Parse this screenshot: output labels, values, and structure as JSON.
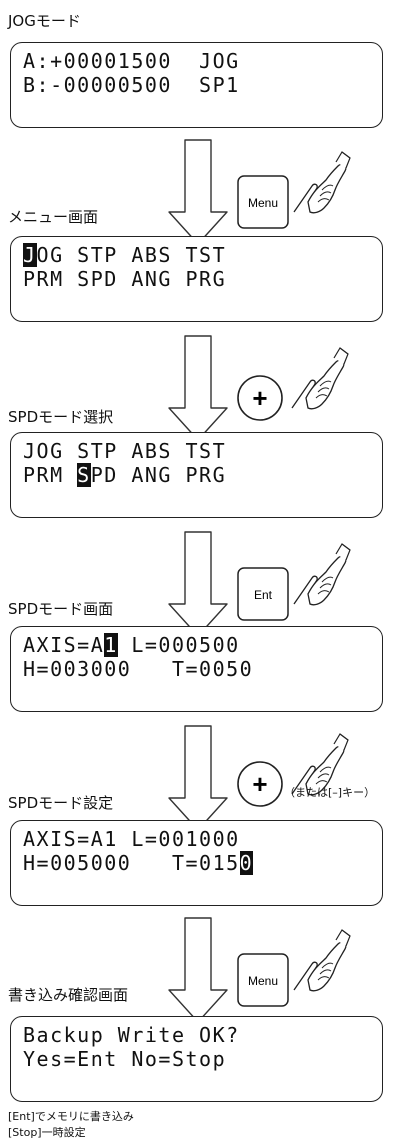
{
  "steps": [
    {
      "label": "JOGモード",
      "line1": "A:+00001500  JOG",
      "line2": "B:-00000500  SP1"
    },
    {
      "label": "メニュー画面",
      "key": "Menu",
      "cursor_char": "J",
      "line1_rest": "OG STP ABS TST",
      "line2": "PRM SPD ANG PRG"
    },
    {
      "label": "SPDモード選択",
      "key": "+",
      "line1": "JOG STP ABS TST",
      "line2_pre": "PRM ",
      "cursor_char": "S",
      "line2_post": "PD ANG PRG"
    },
    {
      "label": "SPDモード画面",
      "key": "Ent",
      "line1_pre": "AXIS=A",
      "cursor_char": "1",
      "line1_post": " L=000500",
      "line2": "H=003000   T=0050"
    },
    {
      "label": "SPDモード設定",
      "key": "+",
      "key_note": "（または[–]キー）",
      "line1": "AXIS=A1 L=001000",
      "line2_pre": "H=005000   T=015",
      "cursor_char": "0"
    },
    {
      "label": "書き込み確認画面",
      "key": "Menu",
      "line1": "Backup Write OK?",
      "line2": "Yes=Ent No=Stop"
    }
  ],
  "notes": [
    "[Ent]でメモリに書き込み",
    "[Stop]一時設定"
  ]
}
